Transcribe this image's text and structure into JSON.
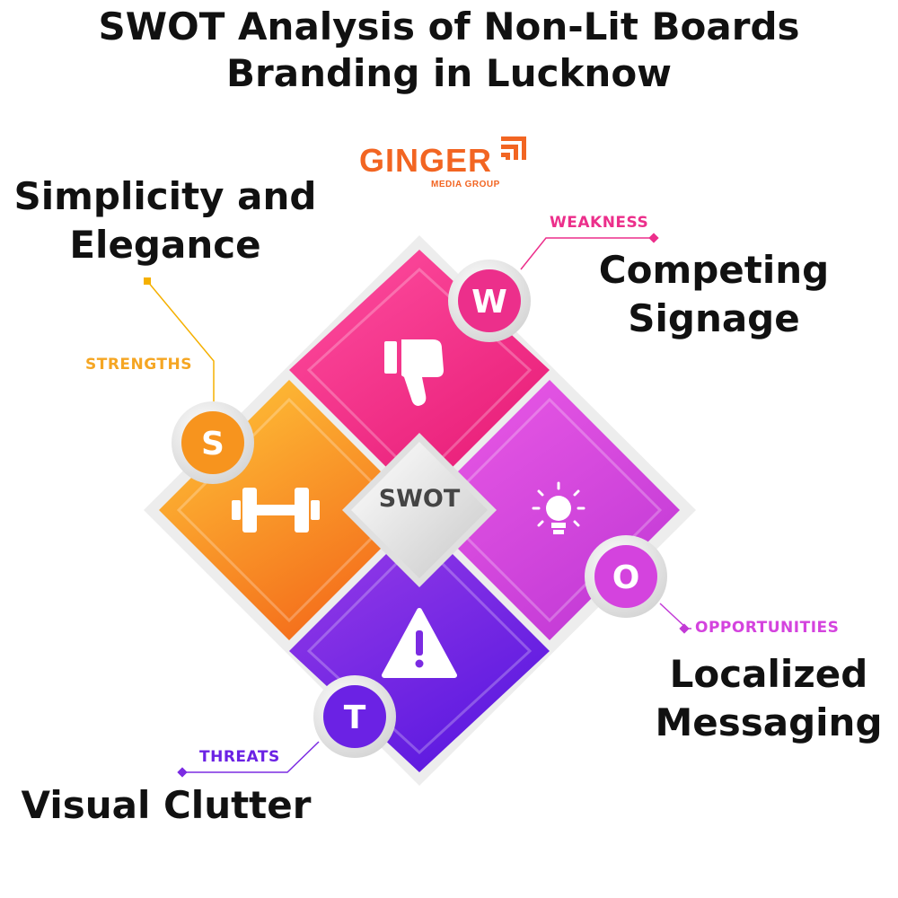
{
  "title": "SWOT Analysis of Non-Lit Boards Branding in Lucknow",
  "logo": {
    "main": "GINGER",
    "sub": "MEDIA GROUP"
  },
  "center": "SWOT",
  "strengths": {
    "letter": "S",
    "tag": "STRENGTHS",
    "heading": "Simplicity and Elegance",
    "color": "#f7931e",
    "icon": "dumbbell-icon"
  },
  "weakness": {
    "letter": "W",
    "tag": "WEAKNESS",
    "heading": "Competing Signage",
    "color": "#ec2f8b",
    "icon": "thumbs-down-icon"
  },
  "opportunities": {
    "letter": "O",
    "tag": "OPPORTUNITIES",
    "heading": "Localized Messaging",
    "color": "#d946e0",
    "icon": "lightbulb-icon"
  },
  "threats": {
    "letter": "T",
    "tag": "THREATS",
    "heading": "Visual Clutter",
    "color": "#7b2be2",
    "icon": "warning-icon"
  }
}
